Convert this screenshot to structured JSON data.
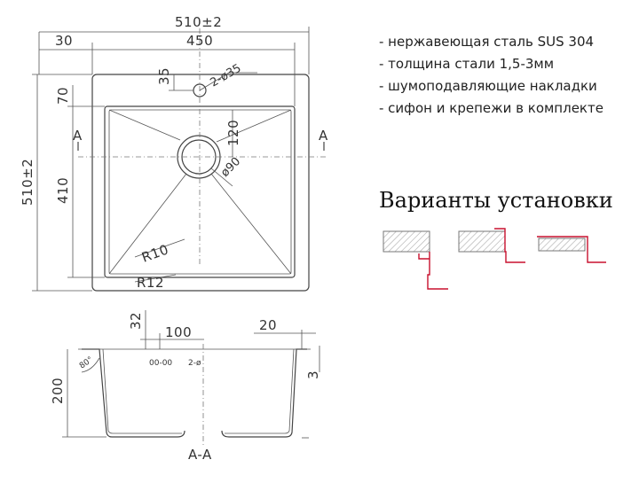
{
  "specs": [
    "- нержавеющая сталь SUS 304",
    "- толщина стали 1,5-3мм",
    "- шумоподавляющие накладки",
    "- сифон и крепежи в комплекте"
  ],
  "install_title": "Варианты установки",
  "top_view": {
    "dim_overall_width": "510±2",
    "dim_offset": "30",
    "dim_inner_width": "450",
    "dim_tap_offset": "35",
    "dim_tap_holes": "2-ø35",
    "dim_top_margin": "70",
    "dim_drain_offset": "120",
    "dim_overall_height": "510±2",
    "dim_inner_height": "410",
    "dim_drain": "ø90",
    "radius_inner": "R10",
    "radius_outer": "R12",
    "section_left": "A",
    "section_right": "A"
  },
  "section_view": {
    "dim_32": "32",
    "dim_100": "100",
    "dim_20": "20",
    "dim_200": "200",
    "dim_3": "3",
    "angle": "80°",
    "label_holes": "00-00",
    "label_2ø": "2-ø",
    "label": "A-A"
  },
  "colors": {
    "line": "#444444",
    "hatch": "#b0b0b0",
    "install_accent": "#c8102e"
  }
}
